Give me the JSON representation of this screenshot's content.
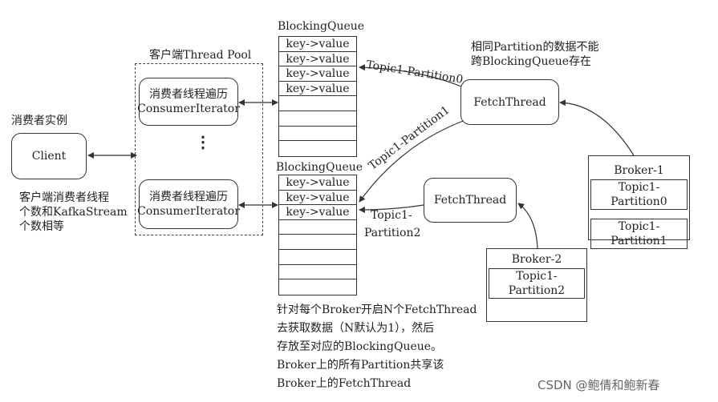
{
  "client": {
    "title": "消费者实例",
    "box_label": "Client",
    "note_lines": [
      "客户端消费者线程",
      "个数和KafkaStream",
      "个数相等"
    ]
  },
  "thread_pool": {
    "title": "客户端Thread Pool",
    "iterators": [
      {
        "line1": "消费者线程遍历",
        "line2": "ConsumerIterator"
      },
      {
        "line1": "消费者线程遍历",
        "line2": "ConsumerIterator"
      }
    ],
    "dots": "⋮"
  },
  "queues": [
    {
      "title": "BlockingQueue",
      "cells": [
        "key->value",
        "key->value",
        "key->value",
        "key->value",
        "",
        "",
        "",
        ""
      ]
    },
    {
      "title": "BlockingQueue",
      "cells": [
        "key->value",
        "key->value",
        "key->value",
        "",
        "",
        "",
        "",
        ""
      ]
    }
  ],
  "fetch_threads": [
    {
      "label": "FetchThread"
    },
    {
      "label": "FetchThread"
    }
  ],
  "edge_labels": {
    "topic1_partition0": "Topic1-Partition0",
    "topic1_partition1": "Topic1-Partition1",
    "topic1_partition2_line1": "Topic1-",
    "topic1_partition2_line2": "Partition2"
  },
  "same_partition_note": [
    "相同Partition的数据不能",
    "跨BlockingQueue存在"
  ],
  "brokers": [
    {
      "title": "Broker-1",
      "partitions": [
        "Topic1-Partition0",
        "Topic1-Partition1"
      ]
    },
    {
      "title": "Broker-2",
      "partitions": [
        "Topic1-Partition2"
      ]
    }
  ],
  "bottom_note": [
    "针对每个Broker开启N个FetchThread",
    "去获取数据（N默认为1），然后",
    "存放至对应的BlockingQueue。",
    "Broker上的所有Partition共享该",
    "Broker上的FetchThread"
  ],
  "watermark": "CSDN @鲍倩和鲍新春"
}
